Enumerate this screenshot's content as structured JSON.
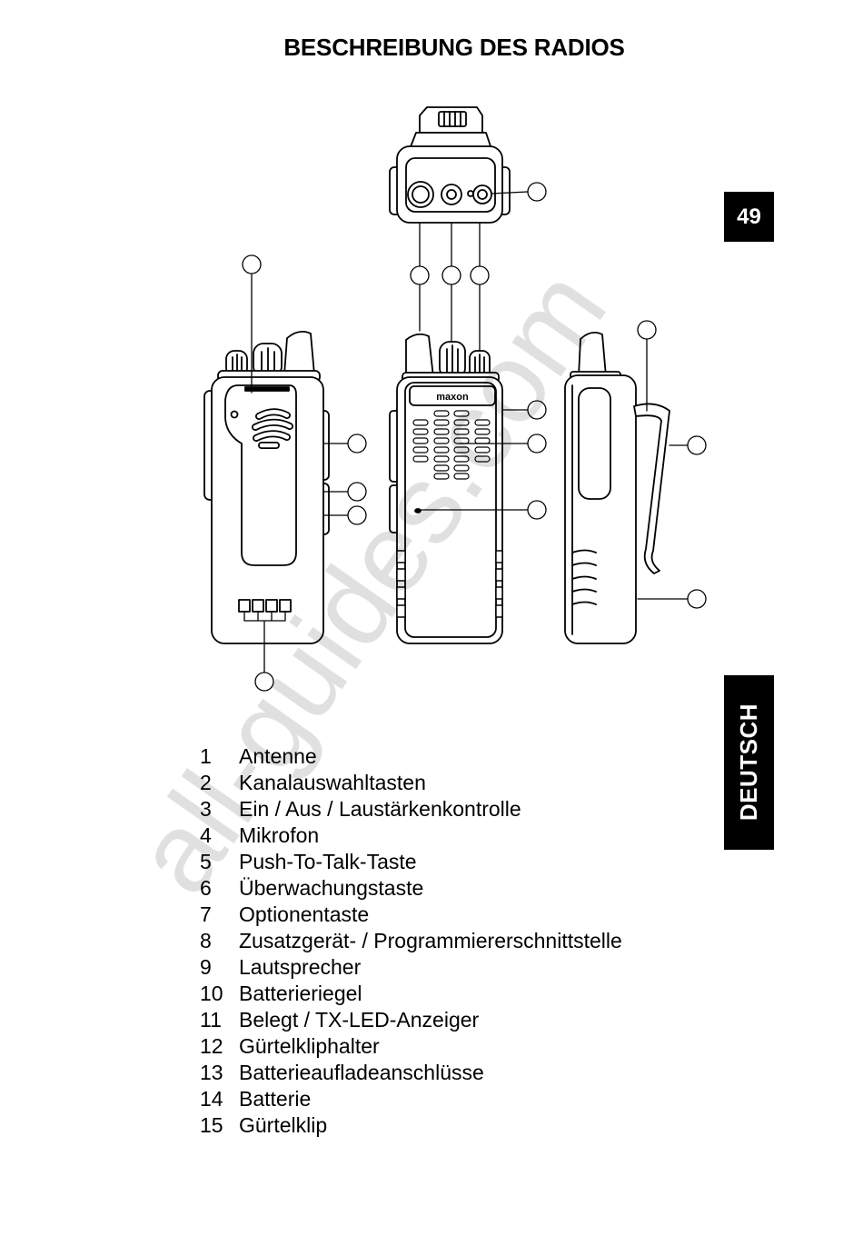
{
  "header": {
    "title": "BESCHREIBUNG DES RADIOS"
  },
  "page_number": "49",
  "side_tab": "DEUTSCH",
  "watermark": "all-guides.com",
  "diagram": {
    "brand_label": "maxon"
  },
  "parts": [
    {
      "num": "1",
      "label": "Antenne"
    },
    {
      "num": "2",
      "label": "Kanalauswahltasten"
    },
    {
      "num": "3",
      "label": "Ein / Aus / Laustärkenkontrolle"
    },
    {
      "num": "4",
      "label": "Mikrofon"
    },
    {
      "num": "5",
      "label": "Push-To-Talk-Taste"
    },
    {
      "num": "6",
      "label": "Überwachungstaste"
    },
    {
      "num": "7",
      "label": "Optionentaste"
    },
    {
      "num": "8",
      "label": "Zusatzgerät- / Programmiererschnittstelle"
    },
    {
      "num": "9",
      "label": "Lautsprecher"
    },
    {
      "num": "10",
      "label": "Batterieriegel"
    },
    {
      "num": "11",
      "label": "Belegt / TX-LED-Anzeiger"
    },
    {
      "num": "12",
      "label": "Gürtelkliphalter"
    },
    {
      "num": "13",
      "label": "Batterieaufladeanschlüsse"
    },
    {
      "num": "14",
      "label": "Batterie"
    },
    {
      "num": "15",
      "label": "Gürtelklip"
    }
  ],
  "colors": {
    "tab_background": "#000000",
    "tab_text": "#ffffff",
    "line_art": "#000000"
  }
}
